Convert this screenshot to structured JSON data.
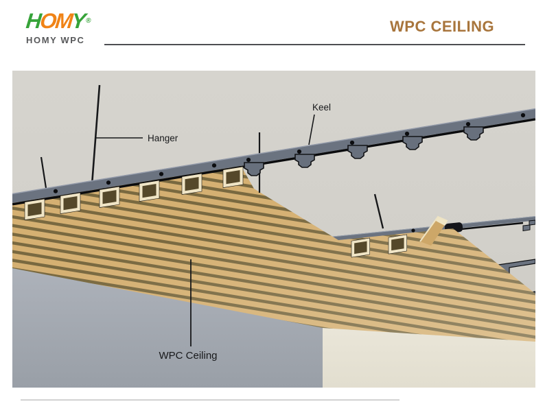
{
  "header": {
    "logo": {
      "letters": [
        {
          "ch": "H",
          "color": "#36A339"
        },
        {
          "ch": "O",
          "color": "#F08316"
        },
        {
          "ch": "M",
          "color": "#F08316"
        },
        {
          "ch": "Y",
          "color": "#36A339"
        }
      ],
      "registered": "®",
      "subtitle": "HOMY WPC"
    },
    "title": "WPC CEILING"
  },
  "diagram": {
    "labels": {
      "hanger": "Hanger",
      "keel": "Keel",
      "wpc_ceiling": "WPC Ceiling"
    },
    "colors": {
      "logo_green": "#36A339",
      "logo_orange": "#F08316",
      "title_brown": "#A8753C",
      "keel_gray": "#6b7380",
      "batten_tan": "#d5b072",
      "batten_shadow_brown": "#796940",
      "batten_end_cream": "#f0e5c6",
      "wall_left_gray": "#a7acb4",
      "wall_right_cream": "#e9e5d8",
      "background_gray": "#d3d1cb"
    }
  }
}
